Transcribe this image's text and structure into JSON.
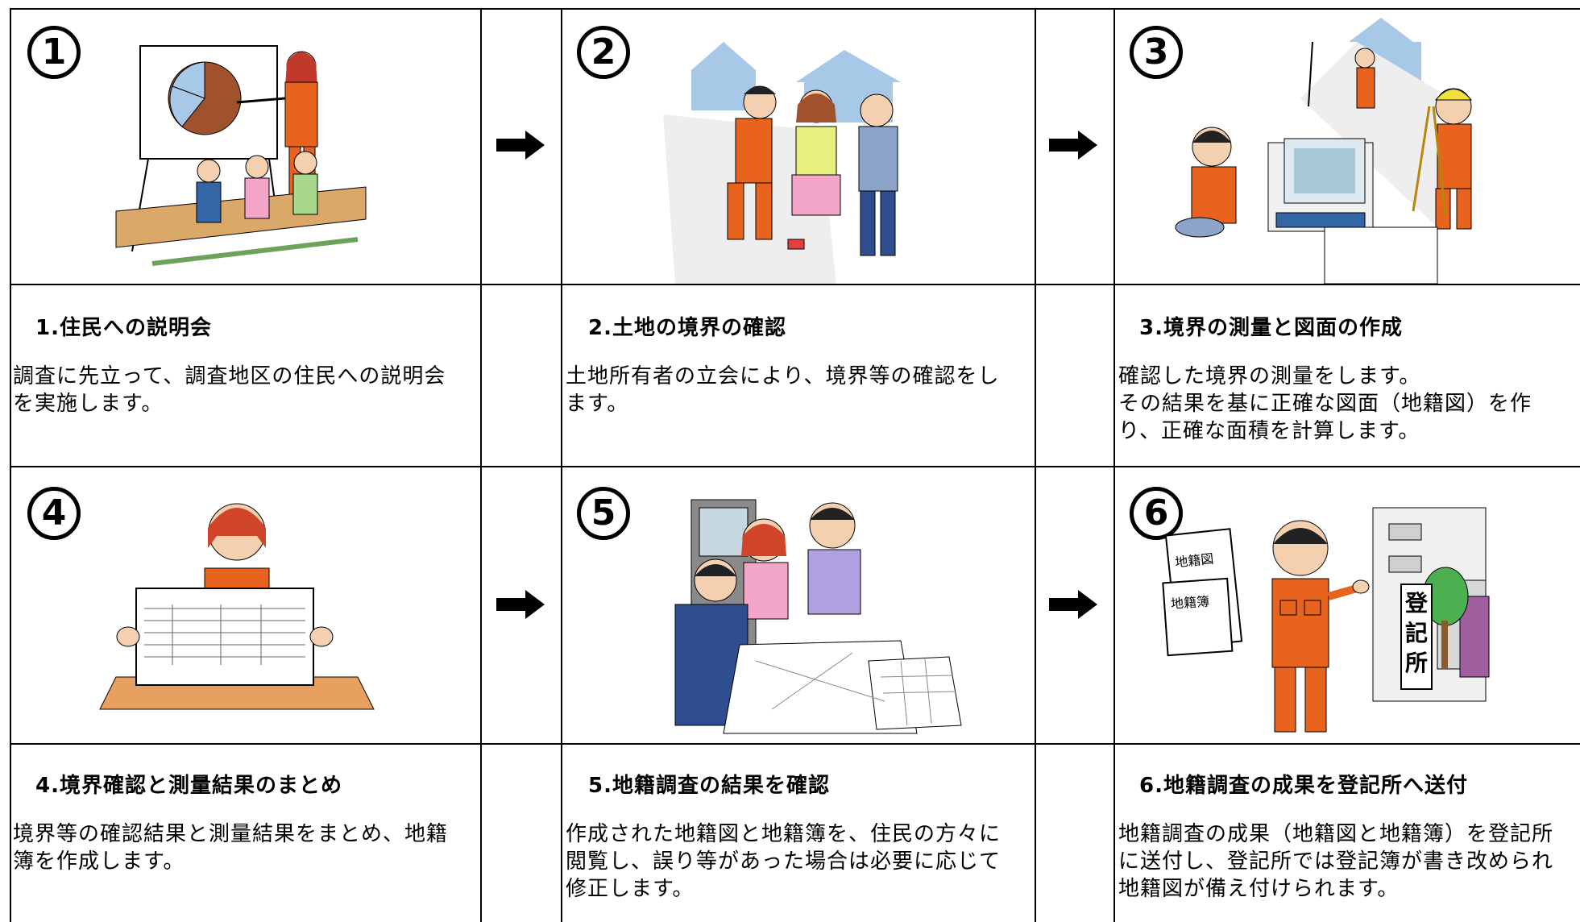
{
  "steps": [
    {
      "number": "1",
      "title": "1.住民への説明会",
      "desc": "調査に先立って、調査地区の住民への説明会\nを実施します。"
    },
    {
      "number": "2",
      "title": "2.土地の境界の確認",
      "desc": "土地所有者の立会により、境界等の確認をし\nます。"
    },
    {
      "number": "3",
      "title": "3.境界の測量と図面の作成",
      "desc": "確認した境界の測量をします。\nその結果を基に正確な図面（地籍図）を作\nり、正確な面積を計算します。"
    },
    {
      "number": "4",
      "title": "4.境界確認と測量結果のまとめ",
      "desc": "境界等の確認結果と測量結果をまとめ、地籍\n簿を作成します。"
    },
    {
      "number": "5",
      "title": "5.地籍調査の結果を確認",
      "desc": "作成された地籍図と地籍簿を、住民の方々に\n閲覧し、誤り等があった場合は必要に応じて\n修正します。"
    },
    {
      "number": "6",
      "title": "6.地籍調査の成果を登記所へ送付",
      "desc": "地籍調査の成果（地籍図と地籍簿）を登記所\nに送付し、登記所では登記簿が書き改められ\n地籍図が備え付けられます。"
    }
  ],
  "illustrations": {
    "sign_touki": "登記所",
    "paper_chiseki_zu": "地籍図",
    "paper_chiseki_bo": "地籍簿"
  },
  "colors": {
    "orange": "#E8641E",
    "line": "#000000",
    "table": "#E8A060"
  }
}
